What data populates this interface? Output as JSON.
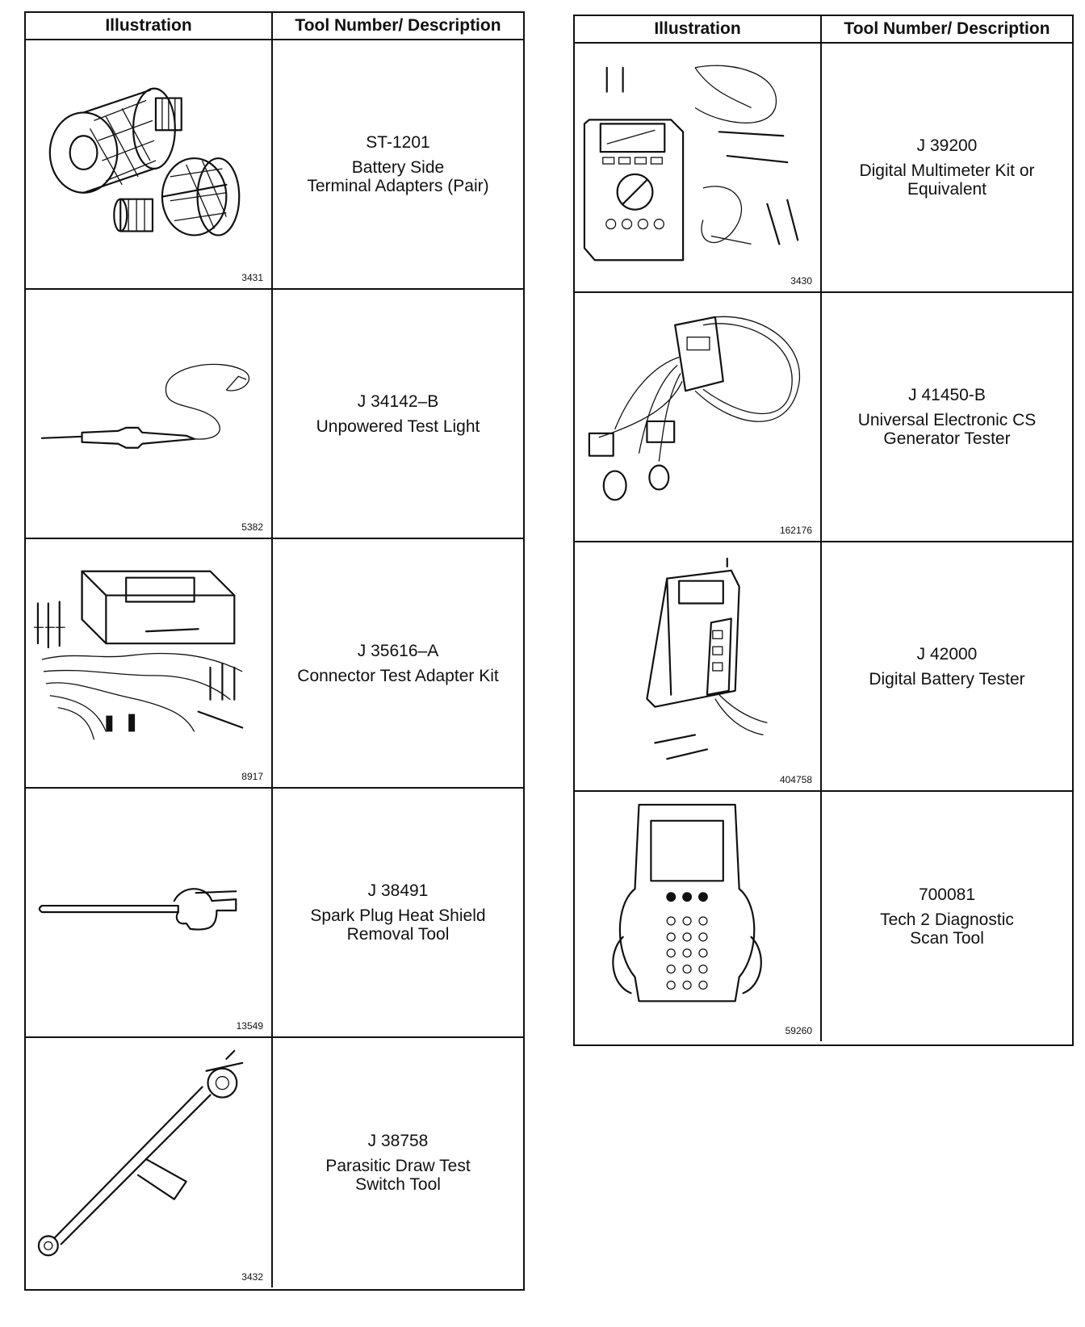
{
  "header": {
    "illustration": "Illustration",
    "description": "Tool Number/ Description"
  },
  "left_rows": [
    {
      "icon": "terminal-adapters-icon",
      "fig": "3431",
      "number": "ST-1201",
      "text": "Battery Side\nTerminal Adapters (Pair)"
    },
    {
      "icon": "test-light-icon",
      "fig": "5382",
      "number": "J 34142–B",
      "text": "Unpowered Test Light"
    },
    {
      "icon": "adapter-kit-icon",
      "fig": "8917",
      "number": "J 35616–A",
      "text": "Connector Test Adapter Kit"
    },
    {
      "icon": "heat-shield-tool-icon",
      "fig": "13549",
      "number": "J 38491",
      "text": "Spark Plug Heat Shield\nRemoval Tool"
    },
    {
      "icon": "draw-switch-tool-icon",
      "fig": "3432",
      "number": "J 38758",
      "text": "Parasitic Draw Test\nSwitch Tool"
    }
  ],
  "right_rows": [
    {
      "icon": "multimeter-kit-icon",
      "fig": "3430",
      "number": "J 39200",
      "text": "Digital Multimeter Kit or\nEquivalent"
    },
    {
      "icon": "generator-tester-icon",
      "fig": "162176",
      "number": "J 41450-B",
      "text": "Universal Electronic CS\nGenerator Tester"
    },
    {
      "icon": "battery-tester-icon",
      "fig": "404758",
      "number": "J 42000",
      "text": "Digital Battery Tester"
    },
    {
      "icon": "scan-tool-icon",
      "fig": "59260",
      "number": "700081",
      "text": "Tech 2 Diagnostic\nScan Tool"
    }
  ]
}
